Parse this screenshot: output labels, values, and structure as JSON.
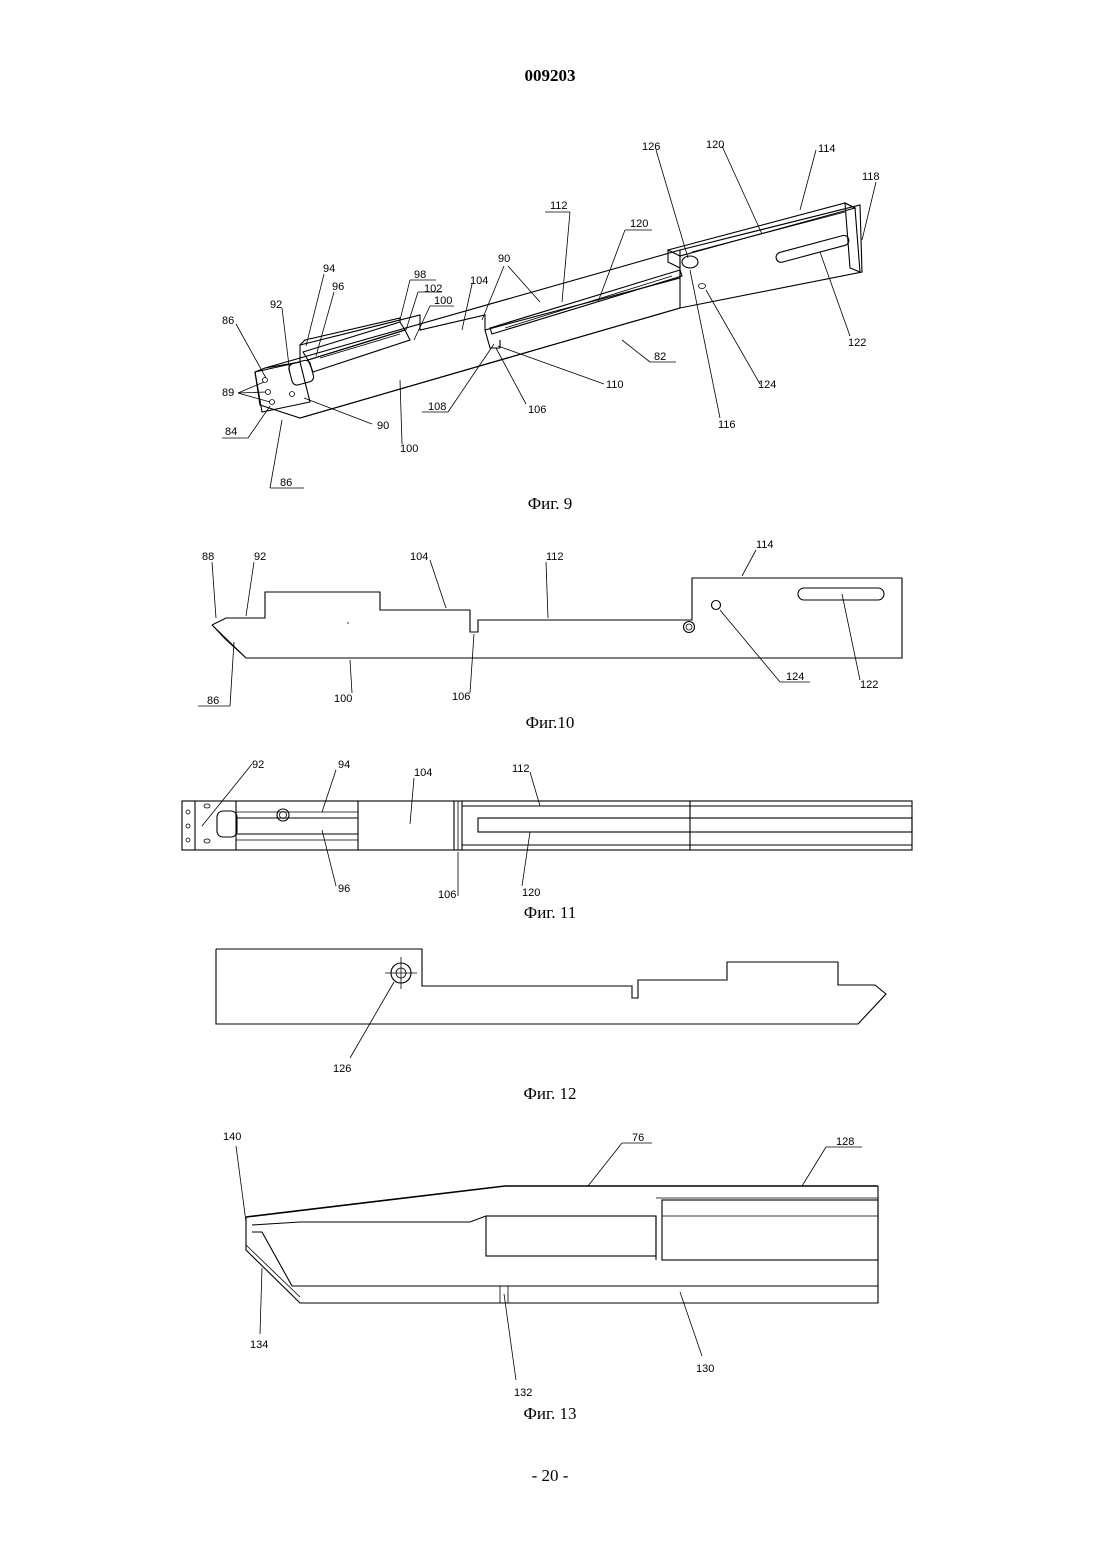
{
  "header": {
    "doc_number": "009203"
  },
  "footer": {
    "page": "- 20 -"
  },
  "figures": [
    {
      "caption": "Фиг. 9",
      "labels": [
        "126",
        "120",
        "114",
        "118",
        "112",
        "120",
        "90",
        "94",
        "96",
        "92",
        "98",
        "102",
        "100",
        "104",
        "86",
        "89",
        "84",
        "90",
        "100",
        "108",
        "106",
        "110",
        "82",
        "124",
        "116",
        "122",
        "86"
      ]
    },
    {
      "caption": "Фиг.10",
      "labels": [
        "88",
        "92",
        "104",
        "112",
        "114",
        "100",
        "106",
        "86",
        "124",
        "122"
      ]
    },
    {
      "caption": "Фиг. 11",
      "labels": [
        "92",
        "94",
        "104",
        "112",
        "96",
        "106",
        "120"
      ]
    },
    {
      "caption": "Фиг. 12",
      "labels": [
        "126"
      ]
    },
    {
      "caption": "Фиг. 13",
      "labels": [
        "140",
        "76",
        "128",
        "134",
        "130",
        "132"
      ]
    }
  ]
}
